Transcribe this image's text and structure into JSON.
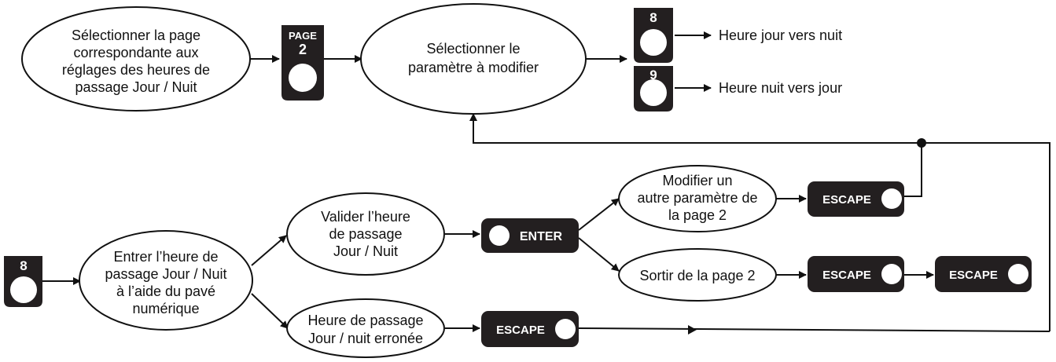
{
  "nodes": {
    "select_page": {
      "lines": [
        "Sélectionner la page",
        "correspondante aux",
        "réglages des heures de",
        "passage Jour / Nuit"
      ]
    },
    "select_param": {
      "lines": [
        "Sélectionner le",
        "paramètre à modifier"
      ]
    },
    "enter_time": {
      "lines": [
        "Entrer l’heure de",
        "passage Jour / Nuit",
        "à l’aide du pavé",
        "numérique"
      ]
    },
    "validate_time": {
      "lines": [
        "Valider l’heure",
        "de passage",
        "Jour / Nuit"
      ]
    },
    "wrong_time": {
      "lines": [
        "Heure de passage",
        "Jour / nuit erronée"
      ]
    },
    "modify_other": {
      "lines": [
        "Modifier un",
        "autre paramètre de",
        "la page 2"
      ]
    },
    "exit_page": {
      "lines": [
        "Sortir de la page 2"
      ]
    }
  },
  "keys": {
    "page2": {
      "line1": "PAGE",
      "line2": "2"
    },
    "key8_top": "8",
    "key9_top": "9",
    "key8_bottom": "8",
    "enter": "ENTER",
    "escape": "ESCAPE"
  },
  "labels": {
    "day_to_night": "Heure jour vers nuit",
    "night_to_day": "Heure nuit vers jour"
  },
  "colors": {
    "key_fill": "#231f20",
    "line": "#111111",
    "ellipse_fill": "#ffffff"
  }
}
